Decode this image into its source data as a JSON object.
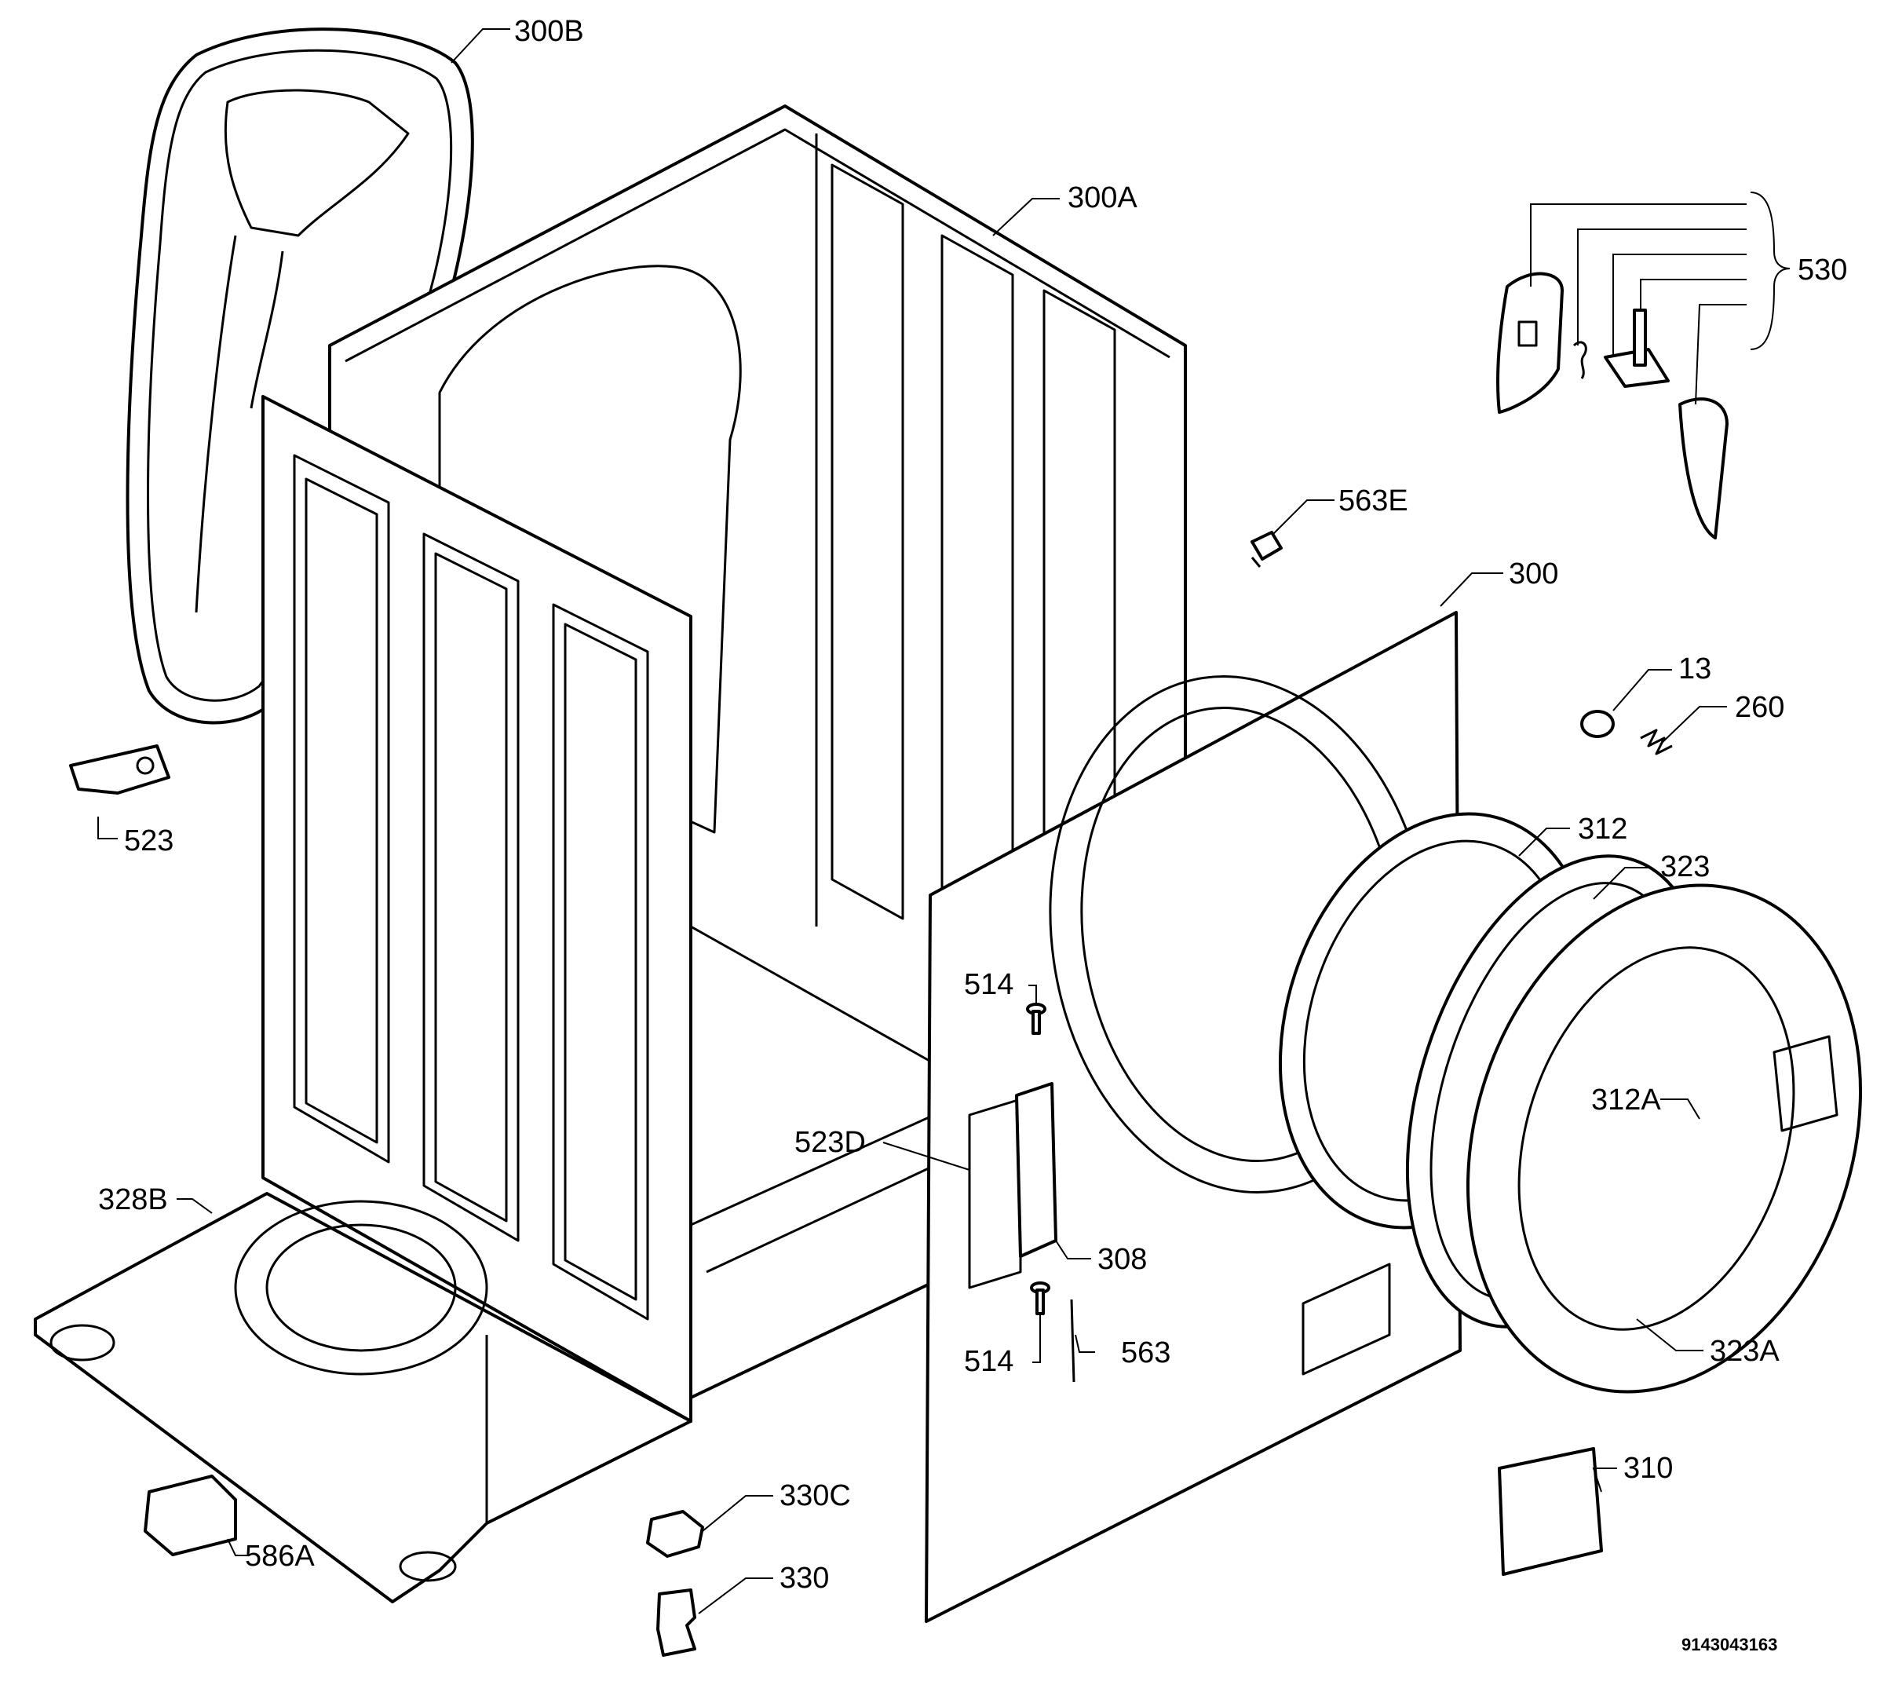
{
  "diagram": {
    "drawing_number": "9143043163",
    "labels": [
      {
        "id": "300B",
        "text": "300B"
      },
      {
        "id": "300A",
        "text": "300A"
      },
      {
        "id": "530",
        "text": "530"
      },
      {
        "id": "563E",
        "text": "563E"
      },
      {
        "id": "300",
        "text": "300"
      },
      {
        "id": "13",
        "text": "13"
      },
      {
        "id": "260",
        "text": "260"
      },
      {
        "id": "523",
        "text": "523"
      },
      {
        "id": "312",
        "text": "312"
      },
      {
        "id": "323",
        "text": "323"
      },
      {
        "id": "514a",
        "text": "514"
      },
      {
        "id": "312A",
        "text": "312A"
      },
      {
        "id": "523D",
        "text": "523D"
      },
      {
        "id": "328B",
        "text": "328B"
      },
      {
        "id": "308",
        "text": "308"
      },
      {
        "id": "514b",
        "text": "514"
      },
      {
        "id": "563",
        "text": "563"
      },
      {
        "id": "323A",
        "text": "323A"
      },
      {
        "id": "330C",
        "text": "330C"
      },
      {
        "id": "310",
        "text": "310"
      },
      {
        "id": "586A",
        "text": "586A"
      },
      {
        "id": "330",
        "text": "330"
      }
    ]
  }
}
